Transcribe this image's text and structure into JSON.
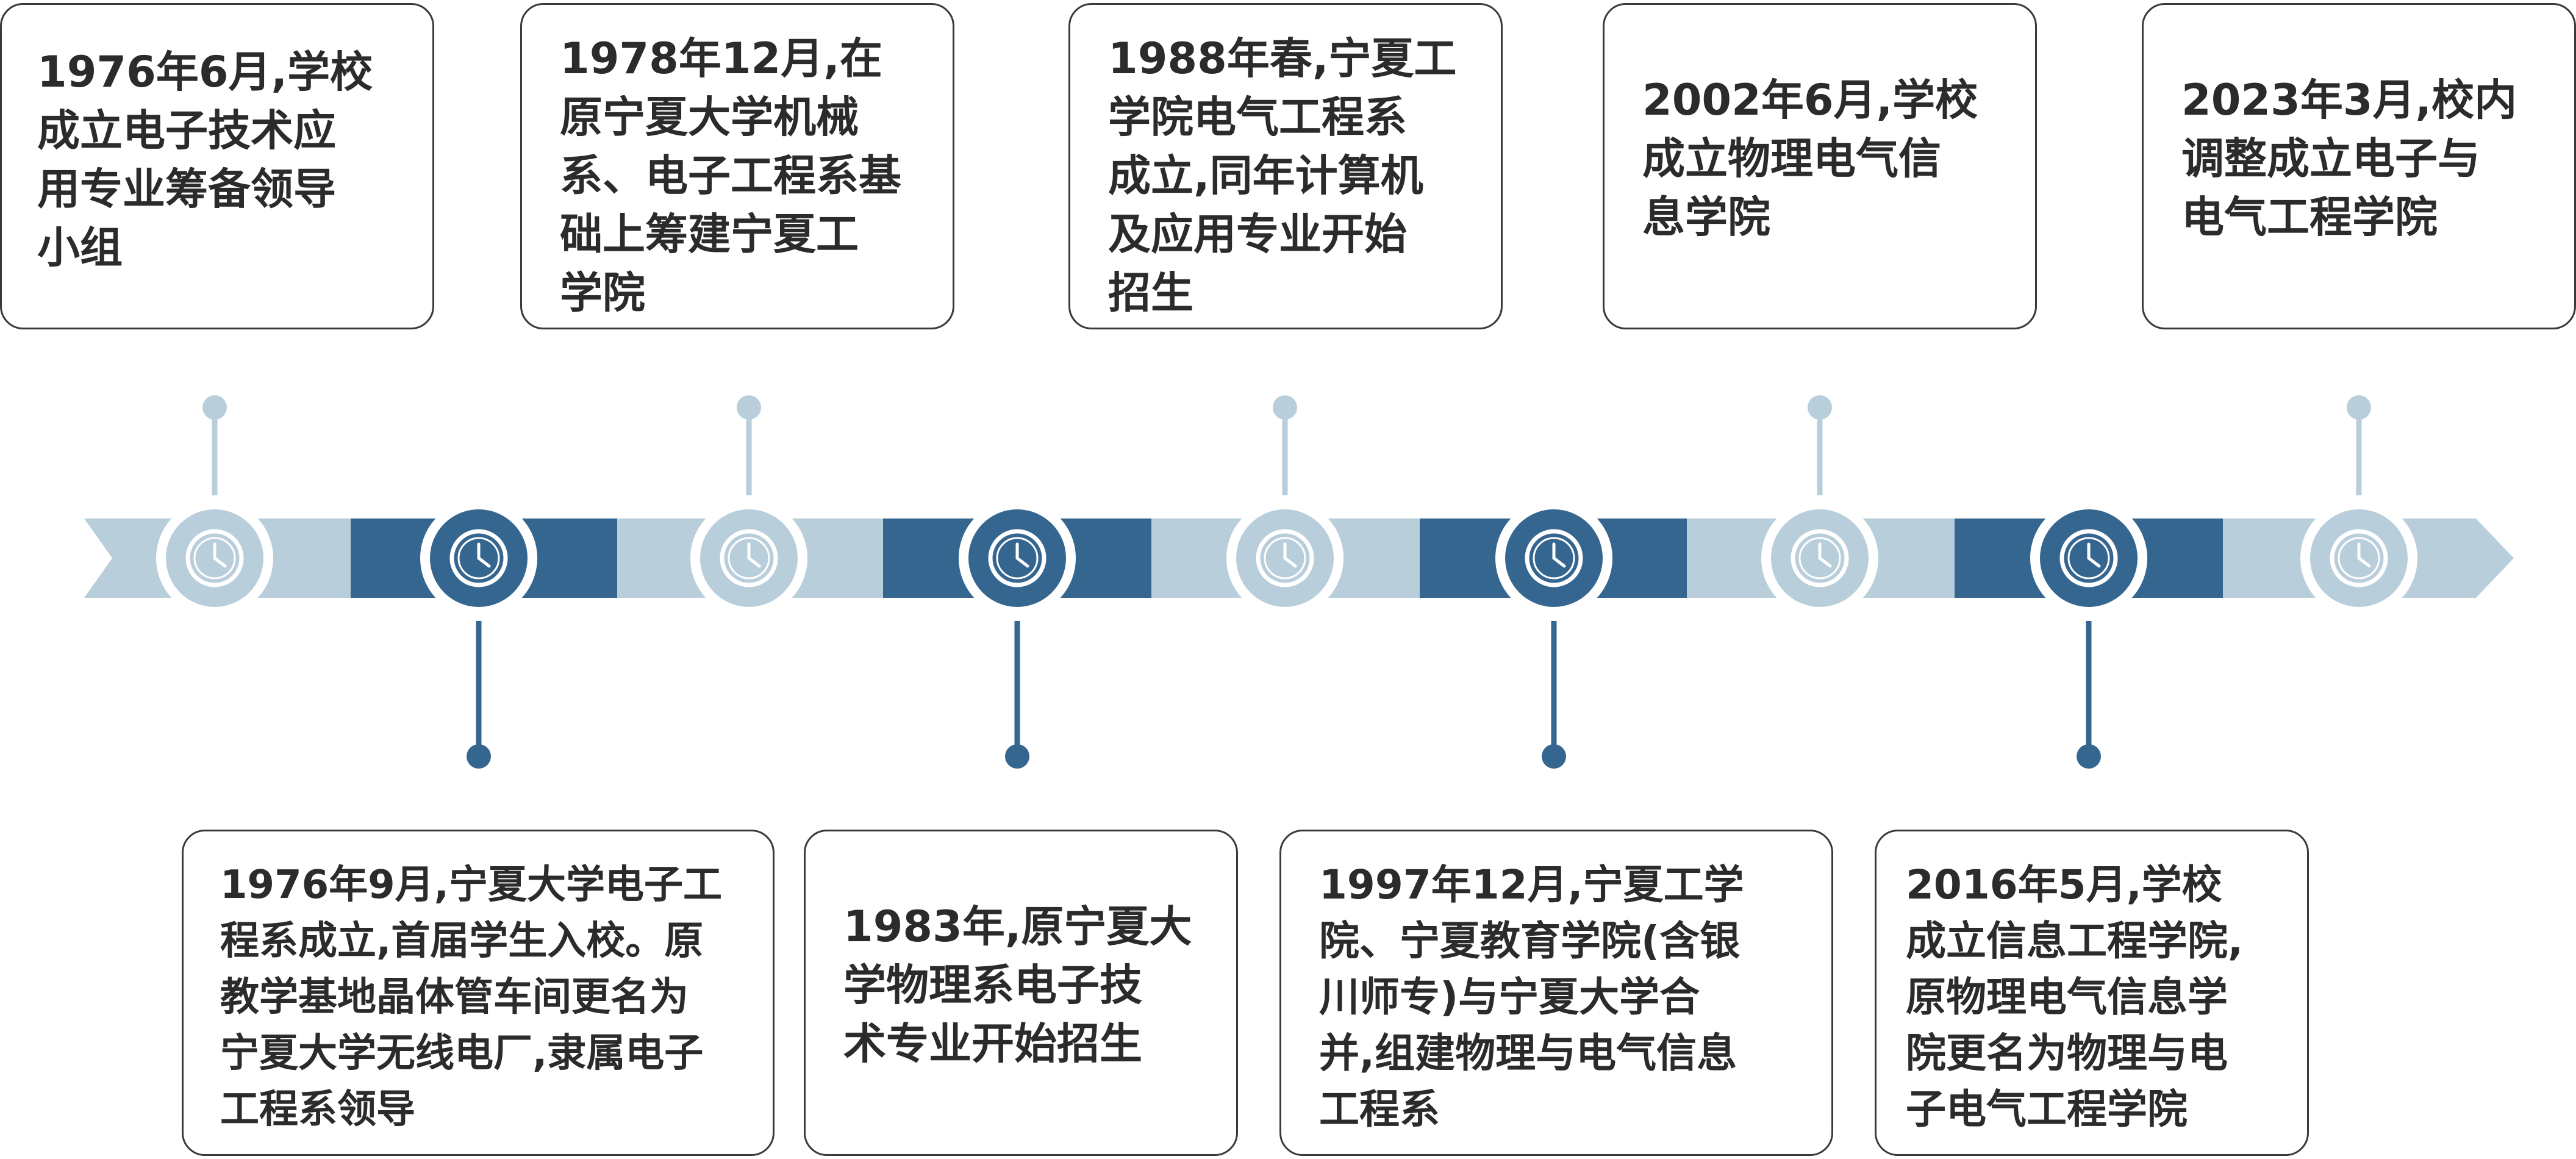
{
  "colors": {
    "light": "#b9cedb",
    "dark": "#356690",
    "card_border": "#3a3a3a",
    "text": "#2b2b2b",
    "background": "#ffffff"
  },
  "timeline": {
    "icon": "clock-icon",
    "events": [
      {
        "text": "1976年6月,学校\n成立电子技术应\n用专业筹备领导\n小组",
        "position": "top"
      },
      {
        "text": "1976年9月,宁夏大学电子工\n程系成立,首届学生入校。原\n教学基地晶体管车间更名为\n宁夏大学无线电厂,隶属电子\n工程系领导",
        "position": "bottom"
      },
      {
        "text": "1978年12月,在\n原宁夏大学机械\n系、电子工程系基\n础上筹建宁夏工\n学院",
        "position": "top"
      },
      {
        "text": "1983年,原宁夏大\n学物理系电子技\n术专业开始招生",
        "position": "bottom"
      },
      {
        "text": "1988年春,宁夏工\n学院电气工程系\n成立,同年计算机\n及应用专业开始\n招生",
        "position": "top"
      },
      {
        "text": "1997年12月,宁夏工学\n院、宁夏教育学院(含银\n川师专)与宁夏大学合\n并,组建物理与电气信息\n工程系",
        "position": "bottom"
      },
      {
        "text": "2002年6月,学校\n成立物理电气信\n息学院",
        "position": "top"
      },
      {
        "text": "2016年5月,学校\n成立信息工程学院,\n原物理电气信息学\n院更名为物理与电\n子电气工程学院",
        "position": "bottom"
      },
      {
        "text": "2023年3月,校内\n调整成立电子与\n电气工程学院",
        "position": "top"
      }
    ]
  }
}
